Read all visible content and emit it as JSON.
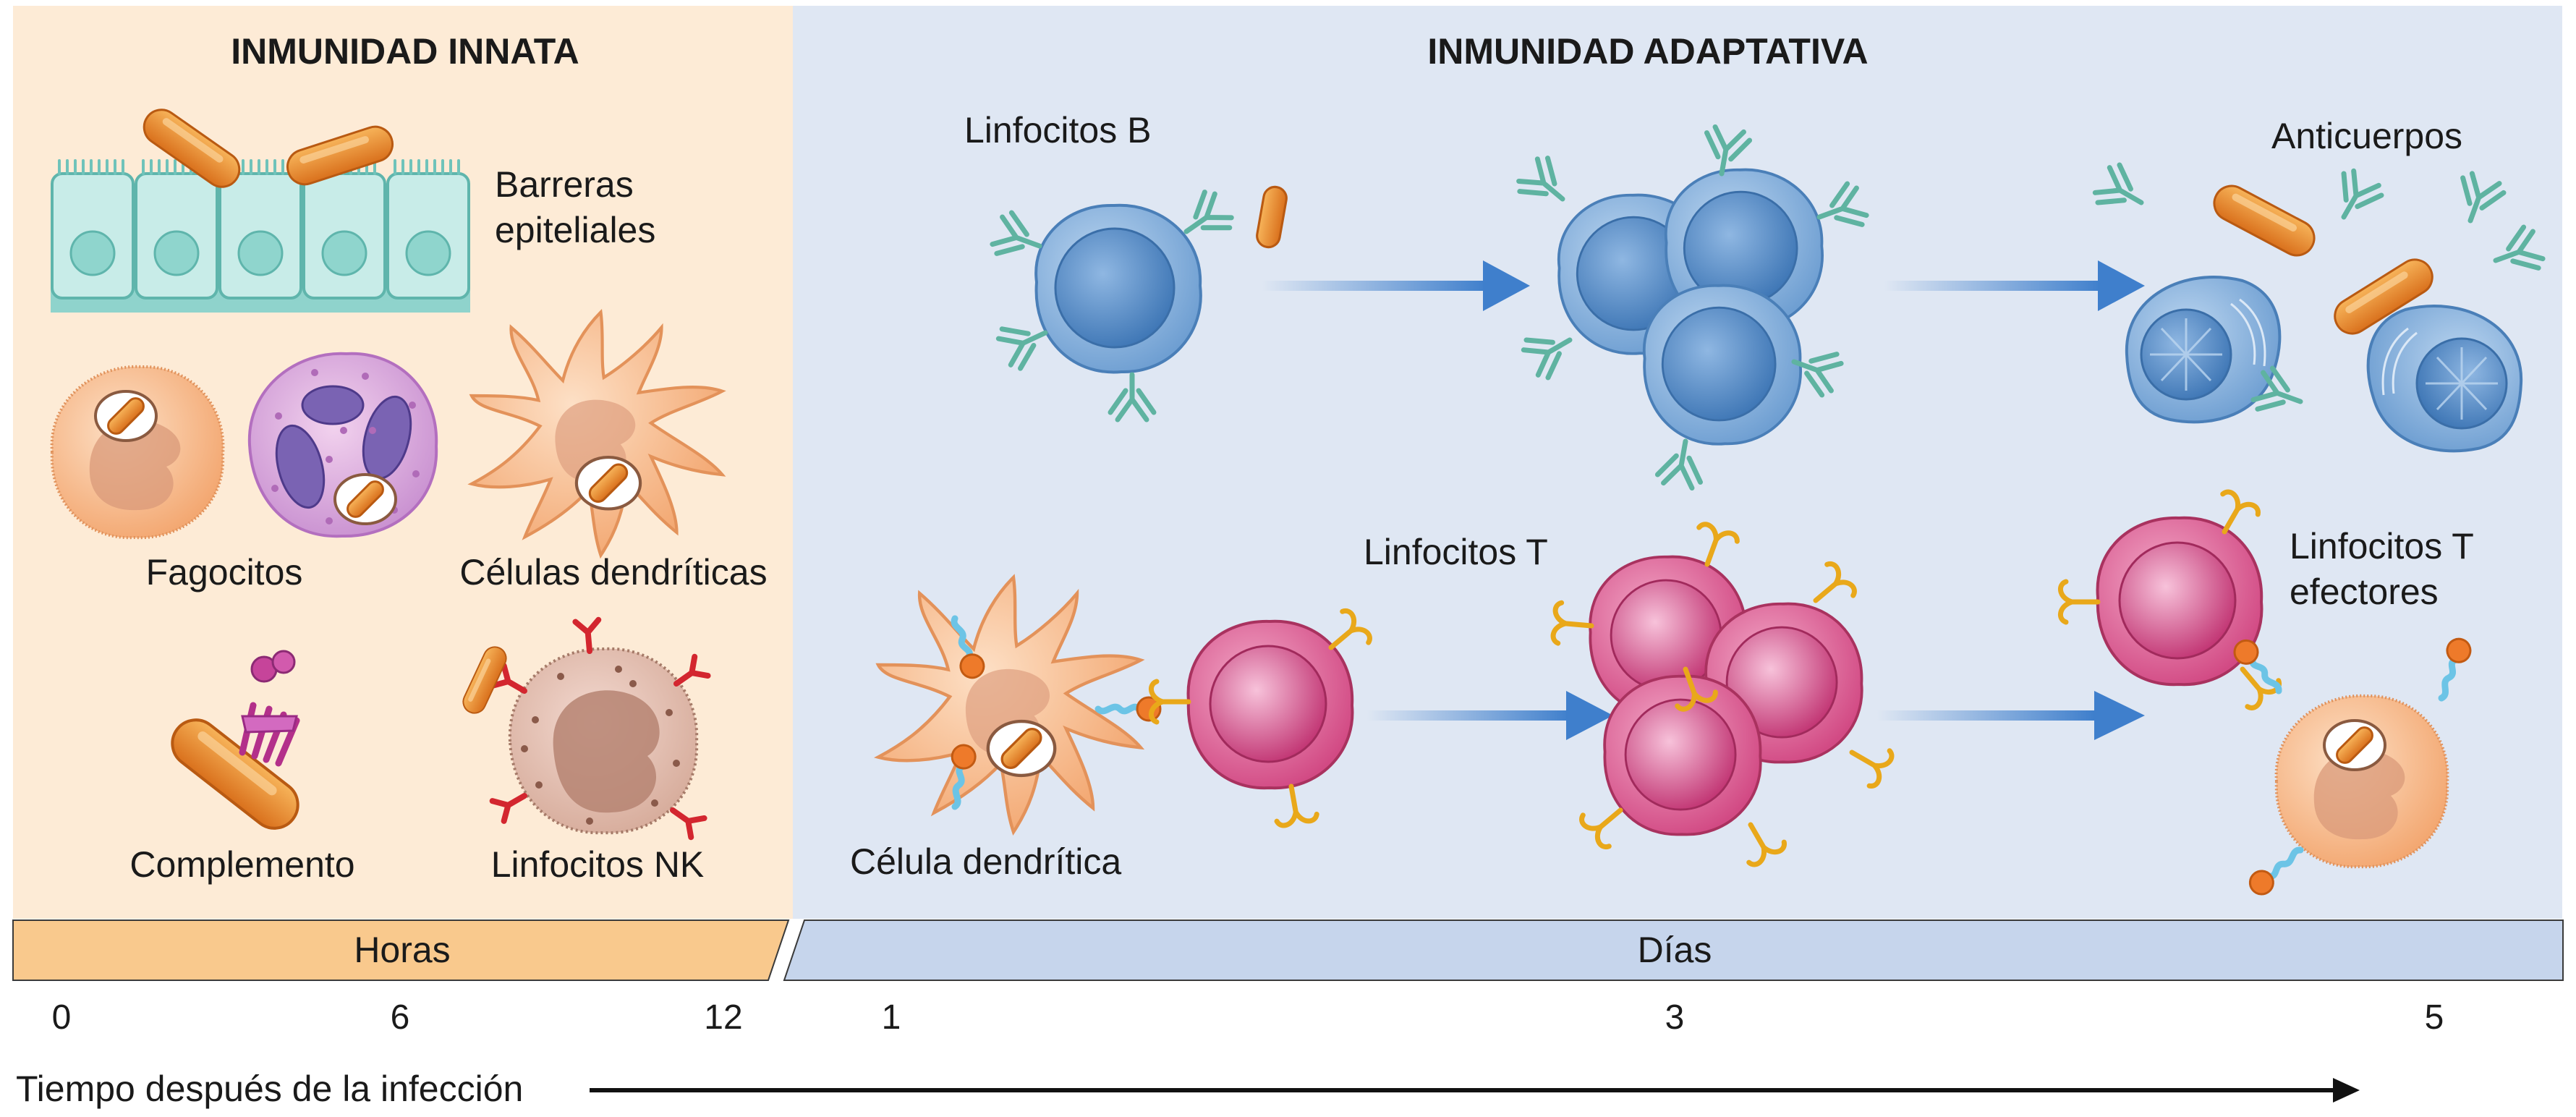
{
  "panels": {
    "innate": {
      "title": "INMUNIDAD INNATA",
      "labels": {
        "barriers_1": "Barreras",
        "barriers_2": "epiteliales",
        "phagocytes": "Fagocitos",
        "dendritic_cells": "Células dendríticas",
        "complement": "Complemento",
        "nk_cells": "Linfocitos NK"
      }
    },
    "adaptive": {
      "title": "INMUNIDAD ADAPTATIVA",
      "labels": {
        "b_cells": "Linfocitos B",
        "antibodies": "Anticuerpos",
        "t_cells": "Linfocitos T",
        "effector_t_1": "Linfocitos T",
        "effector_t_2": "efectores",
        "dendritic_cell": "Célula dendrítica"
      }
    }
  },
  "timeline": {
    "hours_label": "Horas",
    "days_label": "Días",
    "hour_ticks": [
      "0",
      "6",
      "12"
    ],
    "day_ticks": [
      "1",
      "3",
      "5"
    ],
    "axis_label": "Tiempo después de la infección"
  },
  "colors": {
    "innate_bg": "#fdebd6",
    "adaptive_bg": "#dfe7f3",
    "hours_bar": "#f9c98d",
    "days_bar": "#c6d5ec",
    "b_cell": "#7aa6d6",
    "t_cell": "#d9548a",
    "dendritic": "#f6b98a",
    "bacteria": "#e8852a",
    "antibody": "#6fbfae",
    "receptor": "#f0b71e",
    "arrow": "#4a86cf"
  }
}
